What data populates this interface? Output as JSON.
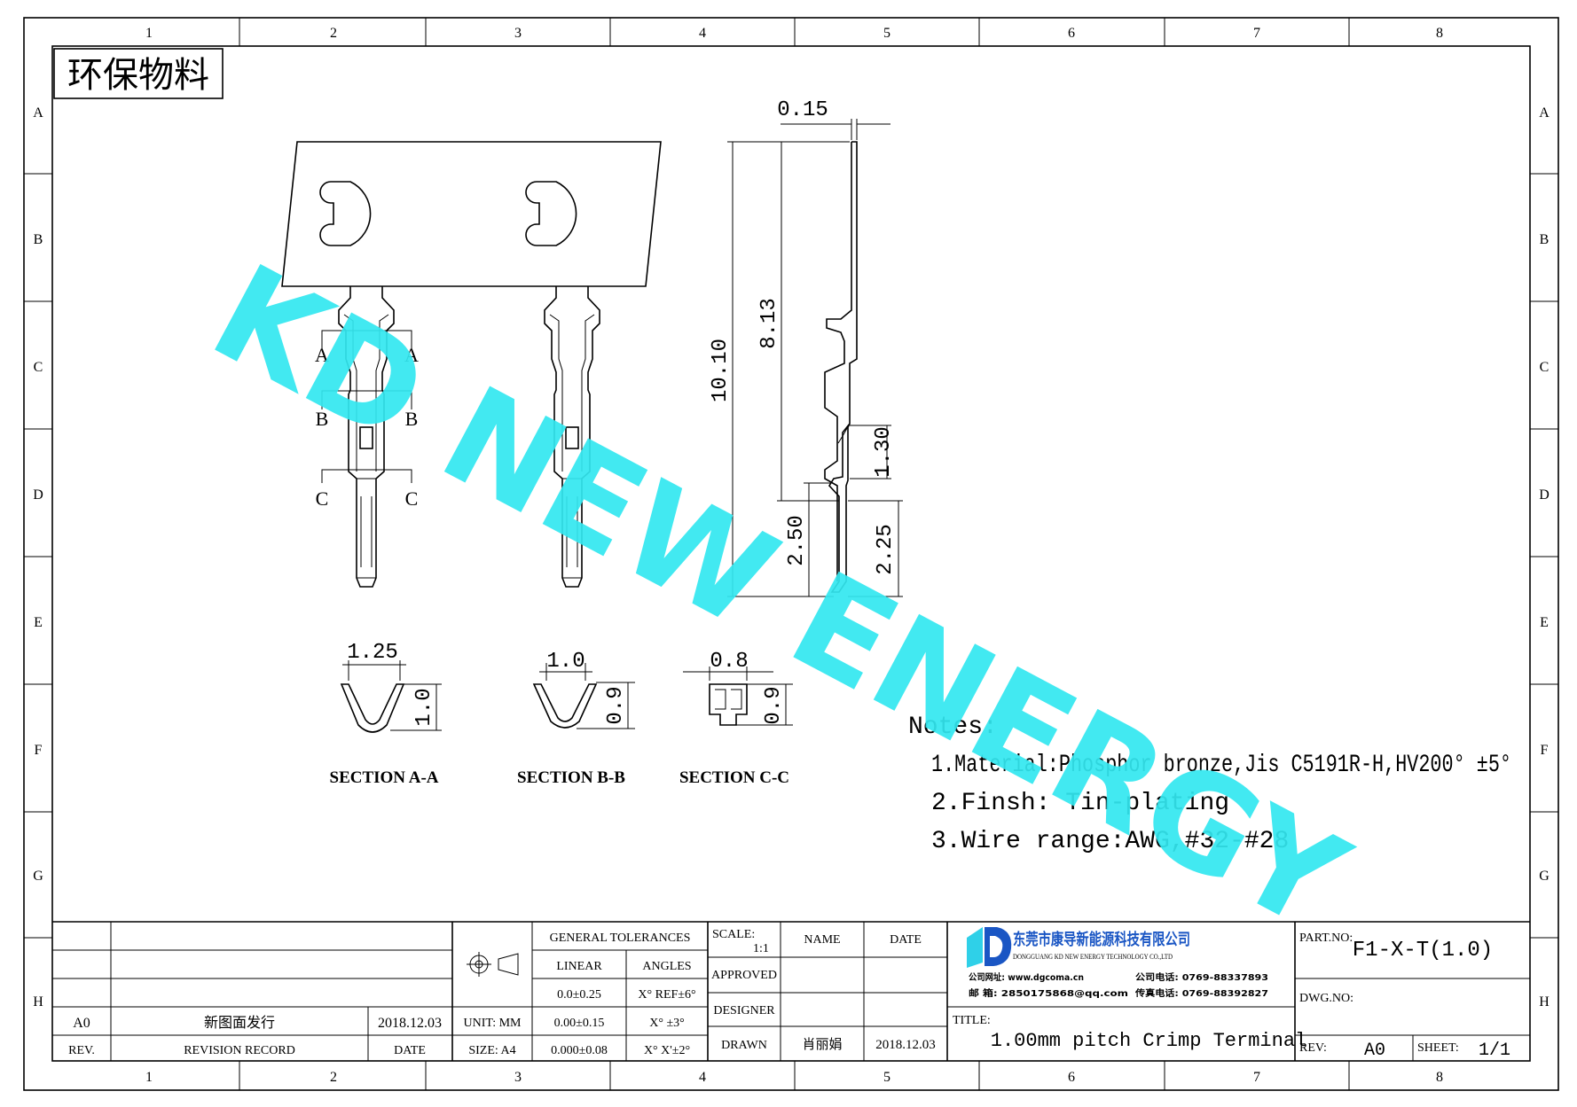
{
  "grid": {
    "columns": [
      "1",
      "2",
      "3",
      "4",
      "5",
      "6",
      "7",
      "8"
    ],
    "rows": [
      "A",
      "B",
      "C",
      "D",
      "E",
      "F",
      "G",
      "H"
    ]
  },
  "material_label": "环保物料",
  "watermark": "KD NEW ENERGY",
  "sections": {
    "a": {
      "label": "SECTION A-A",
      "width": "1.25",
      "height": "1.0"
    },
    "b": {
      "label": "SECTION B-B",
      "width": "1.0",
      "height": "0.9"
    },
    "c": {
      "label": "SECTION C-C",
      "width": "0.8",
      "height": "0.9"
    }
  },
  "cut_marks": {
    "a": "A",
    "b": "B",
    "c": "C"
  },
  "side_dims": {
    "thickness": "0.15",
    "overall": "10.10",
    "upper": "8.13",
    "lock": "1.30",
    "tail": "2.50",
    "tail2": "2.25"
  },
  "notes": {
    "title": "Notes:",
    "items": [
      "1.Material:Phosphor bronze,Jis C5191R-H,HV200° ±5°",
      "2.Finsh: Tin-plating",
      "3.Wire range:AWG,#32-#28"
    ]
  },
  "title_block": {
    "rev_row": {
      "rev": "A0",
      "record": "新图面发行",
      "date": "2018.12.03"
    },
    "headers": {
      "rev": "REV.",
      "record": "REVISION RECORD",
      "date": "DATE"
    },
    "unit": "UNIT: MM",
    "size": "SIZE: A4",
    "general_tolerances": "GENERAL TOLERANCES",
    "linear": "LINEAR",
    "angles": "ANGLES",
    "linear_values": [
      "0.0±0.25",
      "0.00±0.15",
      "0.000±0.08"
    ],
    "angle_values": [
      "X° REF±6°",
      "X° ±3°",
      "X° X'±2°"
    ],
    "scale_label": "SCALE:",
    "scale_value": "1:1",
    "name": "NAME",
    "date": "DATE",
    "approved": "APPROVED",
    "designer": "DESIGNER",
    "drawn": "DRAWN",
    "drawn_name": "肖丽娟",
    "drawn_date": "2018.12.03",
    "company_cn": "东莞市康导新能源科技有限公司",
    "company_en": "DONGGUANG KD NEW ENERGY TECHNOLOGY CO.,LTD",
    "contact": [
      "公司网址: www.dgcoma.cn",
      "公司电话: 0769-88337893",
      "邮    箱: 2850175868@qq.com",
      "传真电话: 0769-88392827"
    ],
    "title_label": "TITLE:",
    "title_value": "1.00mm pitch Crimp Terminal",
    "part_label": "PART.NO:",
    "part_value": "F1-X-T(1.0)",
    "dwg_label": "DWG.NO:",
    "rev_label": "REV:",
    "rev_value": "A0",
    "sheet_label": "SHEET:",
    "sheet_value": "1/1"
  },
  "colors": {
    "watermark": "#33e8f0",
    "logo_blue": "#1a56c4",
    "logo_cyan": "#2fd0e8"
  }
}
